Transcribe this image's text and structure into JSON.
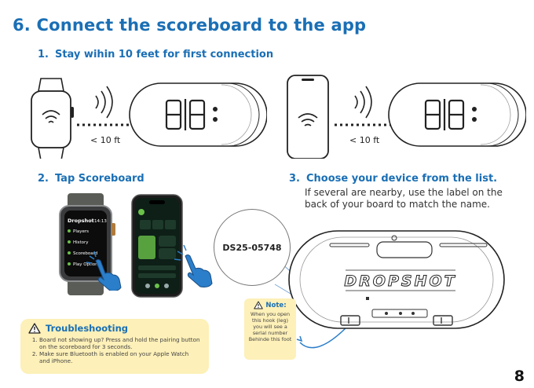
{
  "title": "6. Connect the scoreboard to the app",
  "step1": {
    "num": "1.",
    "label": "Stay wihin 10 feet for first connection",
    "distance_left": "< 10 ft",
    "distance_right": "< 10 ft"
  },
  "step2": {
    "num": "2.",
    "label": "Tap Scoreboard"
  },
  "step3": {
    "num": "3.",
    "label": "Choose your device from the list.",
    "description": "If several are nearby, use the label on the back of your board to match the name."
  },
  "scoreboard_display": "88",
  "serial_number": "DS25-05748",
  "brand": "DROPSHOT",
  "watch_app": {
    "brand": "Dropshot",
    "time": "14:13",
    "menu": [
      "Players",
      "History",
      "Scoreboard",
      "Play Options"
    ]
  },
  "troubleshooting": {
    "title": "Troubleshooting",
    "items": [
      "Board not showing up? Press and hold the pairing button on the scoreboard for 3 seconds.",
      "Make sure Bluetooth is enabled on your Apple Watch and iPhone."
    ]
  },
  "note": {
    "title": "Note:",
    "body": "When you open this hook (leg) you will see a serial number Behinde this foot"
  },
  "page_number": "8",
  "colors": {
    "accent": "#1a6fb5",
    "callout": "#fdf0b8",
    "tap_hand": "#2b7ec9",
    "app_green": "#6bc24a"
  }
}
